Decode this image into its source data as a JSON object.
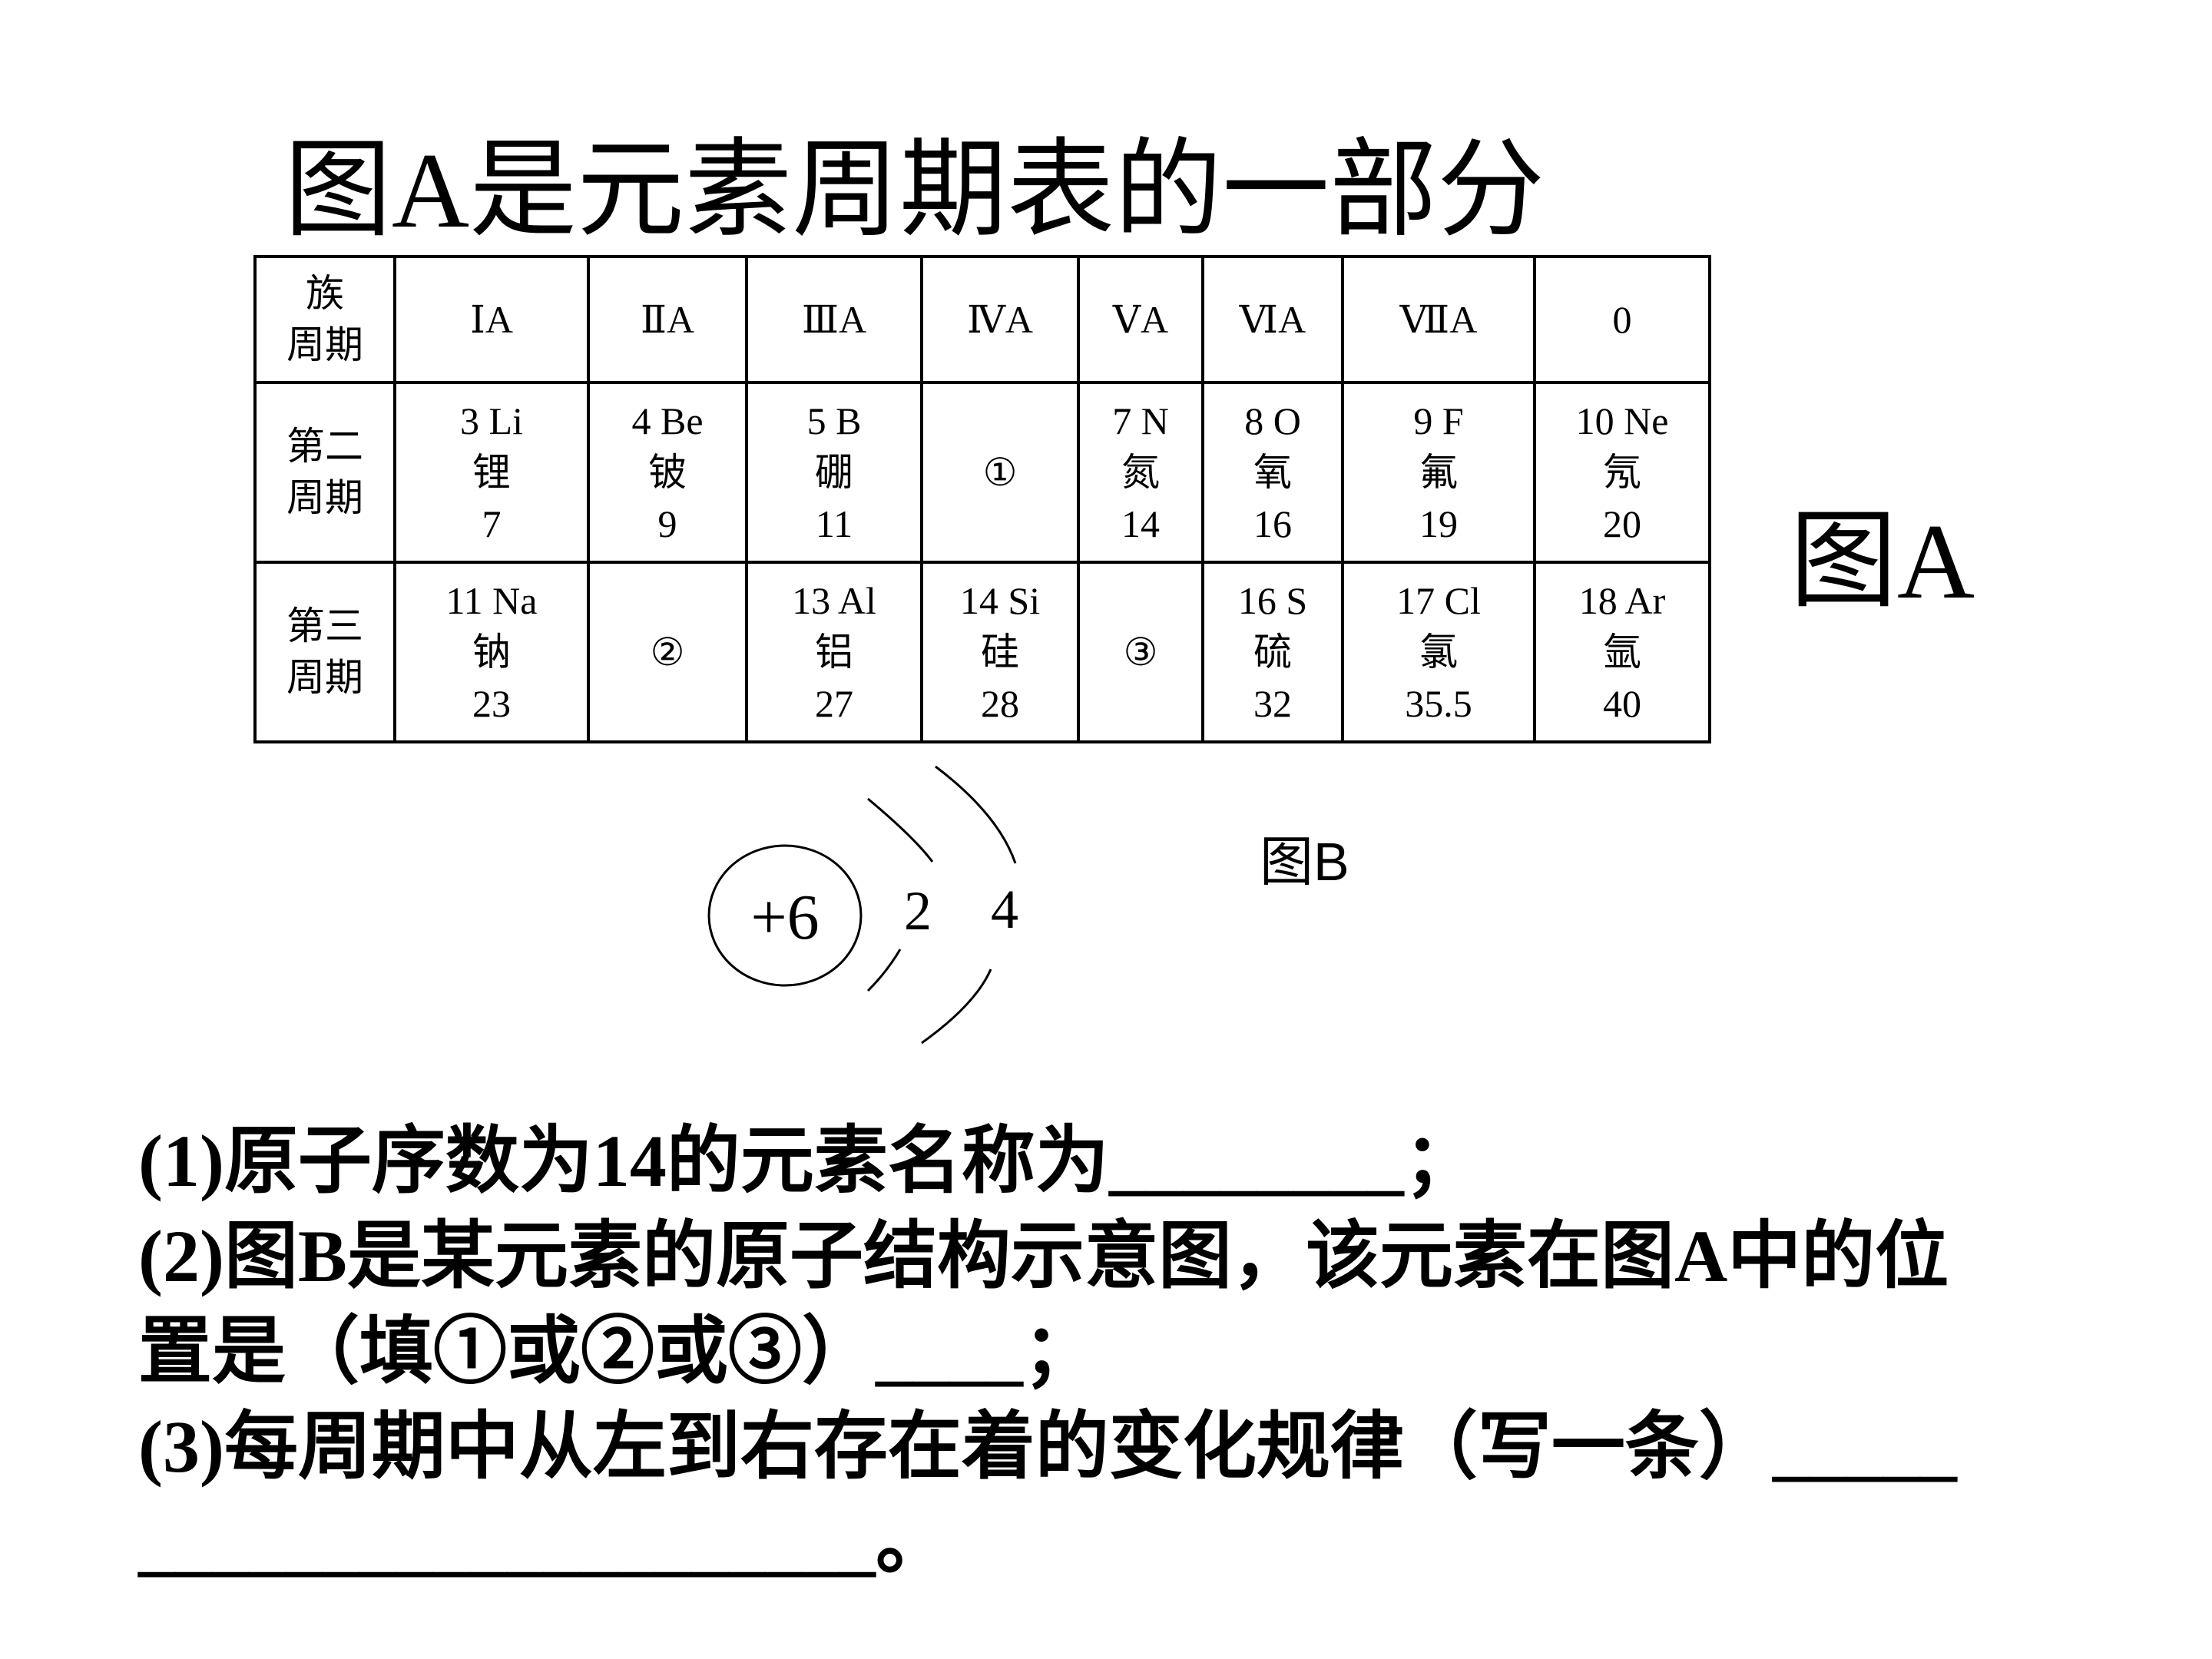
{
  "title": "图A是元素周期表的一部分",
  "figure_a_label": "图A",
  "figure_b_label": "图B",
  "table": {
    "corner": [
      "族",
      "周期"
    ],
    "groups": [
      "ⅠA",
      "ⅡA",
      "ⅢA",
      "ⅣA",
      "ⅤA",
      "ⅥA",
      "ⅦA",
      "0"
    ],
    "rows": [
      {
        "period": [
          "第二",
          "周期"
        ],
        "cells": [
          [
            "3  Li",
            "锂",
            "7"
          ],
          [
            "4   Be",
            "铍",
            "9"
          ],
          [
            "5  B",
            "硼",
            "11"
          ],
          [
            "①"
          ],
          [
            "7  N",
            "氮",
            "14"
          ],
          [
            "8  O",
            "氧",
            "16"
          ],
          [
            "9  F",
            "氟",
            "19"
          ],
          [
            "10  Ne",
            "氖",
            "20"
          ]
        ]
      },
      {
        "period": [
          "第三",
          "周期"
        ],
        "cells": [
          [
            "11  Na",
            "钠",
            "23"
          ],
          [
            "②"
          ],
          [
            "13  Al",
            "铝",
            "27"
          ],
          [
            "14  Si",
            "硅",
            "28"
          ],
          [
            "③"
          ],
          [
            "16  S",
            "硫",
            "32"
          ],
          [
            "17  Cl",
            "氯",
            "35.5"
          ],
          [
            "18  Ar",
            "氩",
            "40"
          ]
        ]
      }
    ]
  },
  "atom": {
    "nucleus": "+6",
    "shells": [
      "2",
      "4"
    ]
  },
  "questions": [
    "(1)原子序数为14的元素名称为________；",
    "(2)图B是某元素的原子结构示意图，该元素在图A中的位",
    "置是（填①或②或③）____；",
    "(3)每周期中从左到右存在着的变化规律（写一条）_____",
    "____________________。"
  ]
}
